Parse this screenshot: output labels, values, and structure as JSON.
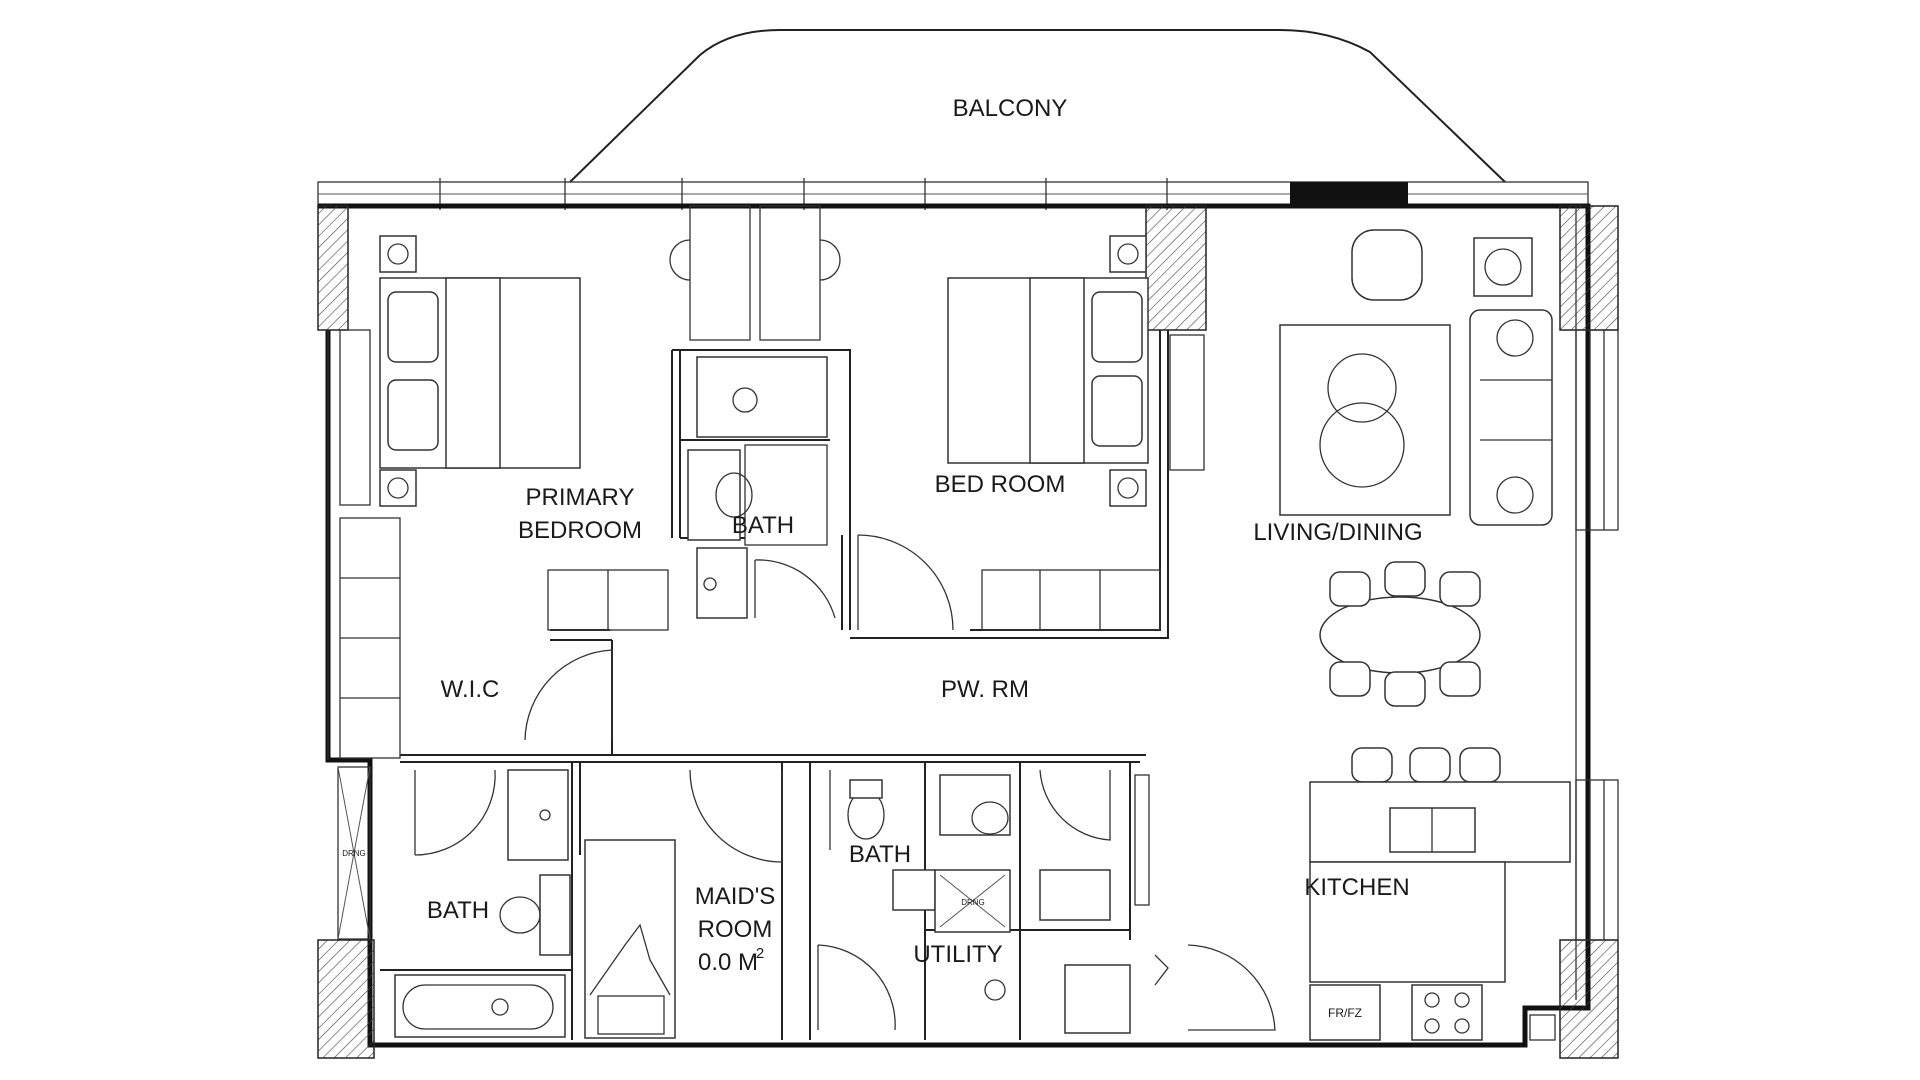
{
  "rooms": {
    "balcony": "BALCONY",
    "primary_bedroom_line1": "PRIMARY",
    "primary_bedroom_line2": "BEDROOM",
    "bath_ensuite": "BATH",
    "bed_room": "BED ROOM",
    "living_dining": "LIVING/DINING",
    "wic": "W.I.C",
    "pw_rm": "PW. RM",
    "bath_lower_left": "BATH",
    "maids_room_line1": "MAID'S",
    "maids_room_line2": "ROOM",
    "maids_room_area": "0.0 M",
    "maids_room_area_unit_sup": "2",
    "bath_center": "BATH",
    "utility": "UTILITY",
    "kitchen": "KITCHEN"
  },
  "fixtures": {
    "fridge_freezer": "FR/FZ",
    "drain_left": "DRNG",
    "drain_center": "DRNG"
  },
  "colors": {
    "line": "#222222",
    "background": "#ffffff",
    "solid_wall": "#111111"
  }
}
